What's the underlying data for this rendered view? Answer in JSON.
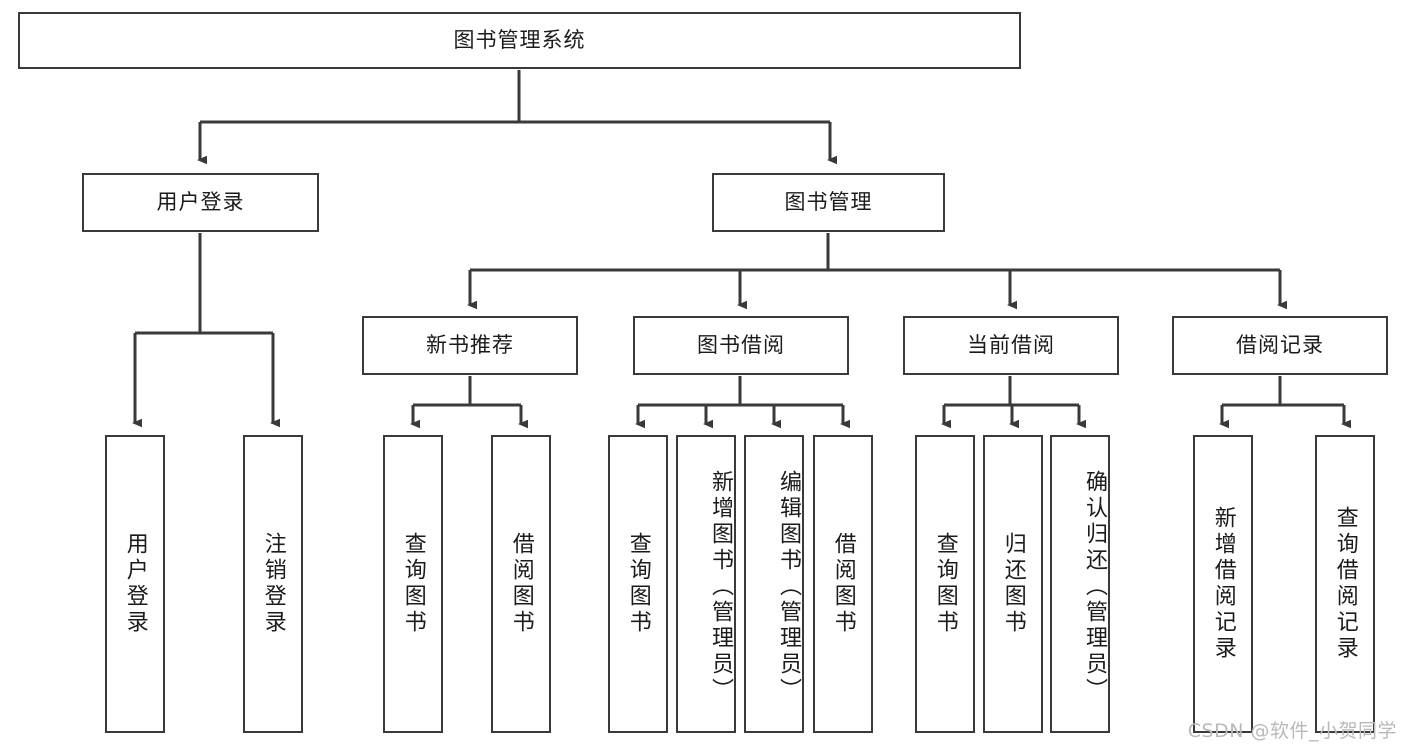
{
  "diagram": {
    "title": "图书管理系统",
    "type": "tree-hierarchy-diagram",
    "root": {
      "label": "图书管理系统"
    },
    "level2": [
      {
        "label": "用户登录"
      },
      {
        "label": "图书管理"
      }
    ],
    "level3": [
      {
        "label": "新书推荐"
      },
      {
        "label": "图书借阅"
      },
      {
        "label": "当前借阅"
      },
      {
        "label": "借阅记录"
      }
    ],
    "leaves": {
      "user_login": [
        {
          "label": "用户登录"
        },
        {
          "label": "注销登录"
        }
      ],
      "new_book_recommend": [
        {
          "label": "查询图书"
        },
        {
          "label": "借阅图书"
        }
      ],
      "book_borrow": [
        {
          "label": "查询图书"
        },
        {
          "label": "新增图书（管理员）"
        },
        {
          "label": "编辑图书（管理员）"
        },
        {
          "label": "借阅图书"
        }
      ],
      "current_borrow": [
        {
          "label": "查询图书"
        },
        {
          "label": "归还图书"
        },
        {
          "label": "确认归还（管理员）"
        }
      ],
      "borrow_record": [
        {
          "label": "新增借阅记录"
        },
        {
          "label": "查询借阅记录"
        }
      ]
    }
  },
  "watermark": {
    "text": "CSDN @软件_小贺同学"
  },
  "colors": {
    "stroke": "#3a3a3a",
    "background": "#ffffff",
    "text": "#1b1b1b",
    "watermark": "#b9b9b9"
  }
}
